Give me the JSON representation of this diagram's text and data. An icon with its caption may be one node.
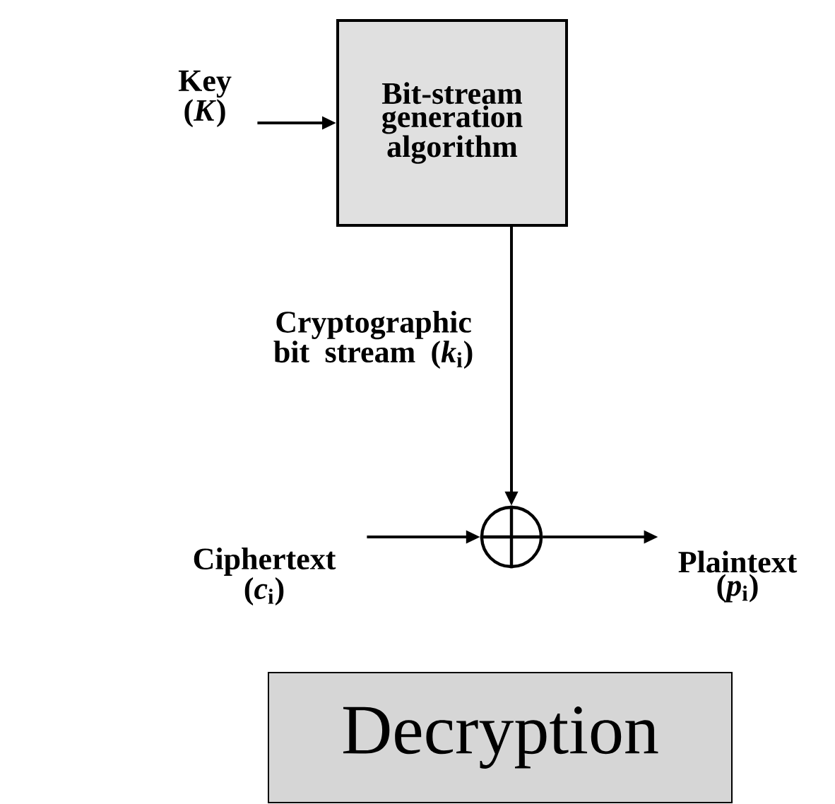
{
  "diagram": {
    "nodes": [
      {
        "text": [
          "Key (*K*)"
        ]
      },
      {
        "text": [
          "Bit-stream generation algorithm"
        ]
      },
      {
        "text": [],
        "shape": "circle"
      },
      {
        "text": [
          "Ciphertext (*c*$_{i}$)"
        ]
      },
      {
        "text": [
          "Plaintext (*p*$_{i}$)"
        ]
      },
      {
        "text": [
          "Decryption"
        ]
      }
    ],
    "edges": [
      {
        "from": 0,
        "to": 1,
        "arrow": "to"
      },
      {
        "from": 1,
        "to": 2,
        "arrow": "to",
        "label": "Cryptographic bit stream (*k*$_{i}$)"
      },
      {
        "from": 3,
        "to": 2,
        "arrow": "to"
      },
      {
        "from": 2,
        "to": 4,
        "arrow": "to"
      }
    ]
  }
}
